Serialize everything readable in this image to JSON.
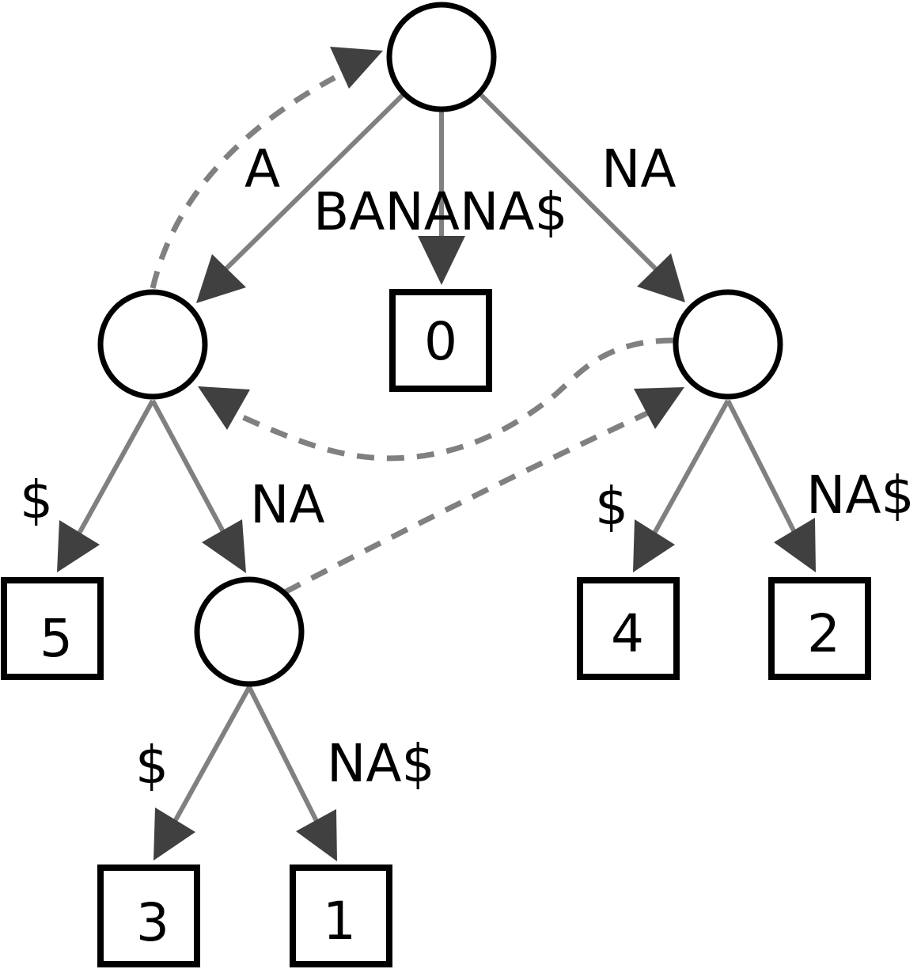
{
  "diagram": {
    "internal_nodes": [
      "root",
      "node-a",
      "node-na",
      "node-ana"
    ],
    "leaves": [
      {
        "id": "leaf-0",
        "label": "0"
      },
      {
        "id": "leaf-5",
        "label": "5"
      },
      {
        "id": "leaf-4",
        "label": "4"
      },
      {
        "id": "leaf-2",
        "label": "2"
      },
      {
        "id": "leaf-3",
        "label": "3"
      },
      {
        "id": "leaf-1",
        "label": "1"
      }
    ],
    "edges": [
      {
        "from": "root",
        "to": "node-a",
        "label": "A"
      },
      {
        "from": "root",
        "to": "leaf-0",
        "label": "BANANA$"
      },
      {
        "from": "root",
        "to": "node-na",
        "label": "NA"
      },
      {
        "from": "node-a",
        "to": "leaf-5",
        "label": "$"
      },
      {
        "from": "node-a",
        "to": "node-ana",
        "label": "NA"
      },
      {
        "from": "node-na",
        "to": "leaf-4",
        "label": "$"
      },
      {
        "from": "node-na",
        "to": "leaf-2",
        "label": "NA$"
      },
      {
        "from": "node-ana",
        "to": "leaf-3",
        "label": "$"
      },
      {
        "from": "node-ana",
        "to": "leaf-1",
        "label": "NA$"
      }
    ],
    "suffix_links": [
      {
        "from": "node-a",
        "to": "root"
      },
      {
        "from": "node-na",
        "to": "node-a"
      },
      {
        "from": "node-ana",
        "to": "node-na"
      }
    ],
    "colors": {
      "edge": "#808080",
      "arrowhead": "#404040",
      "outline": "#000000"
    }
  }
}
